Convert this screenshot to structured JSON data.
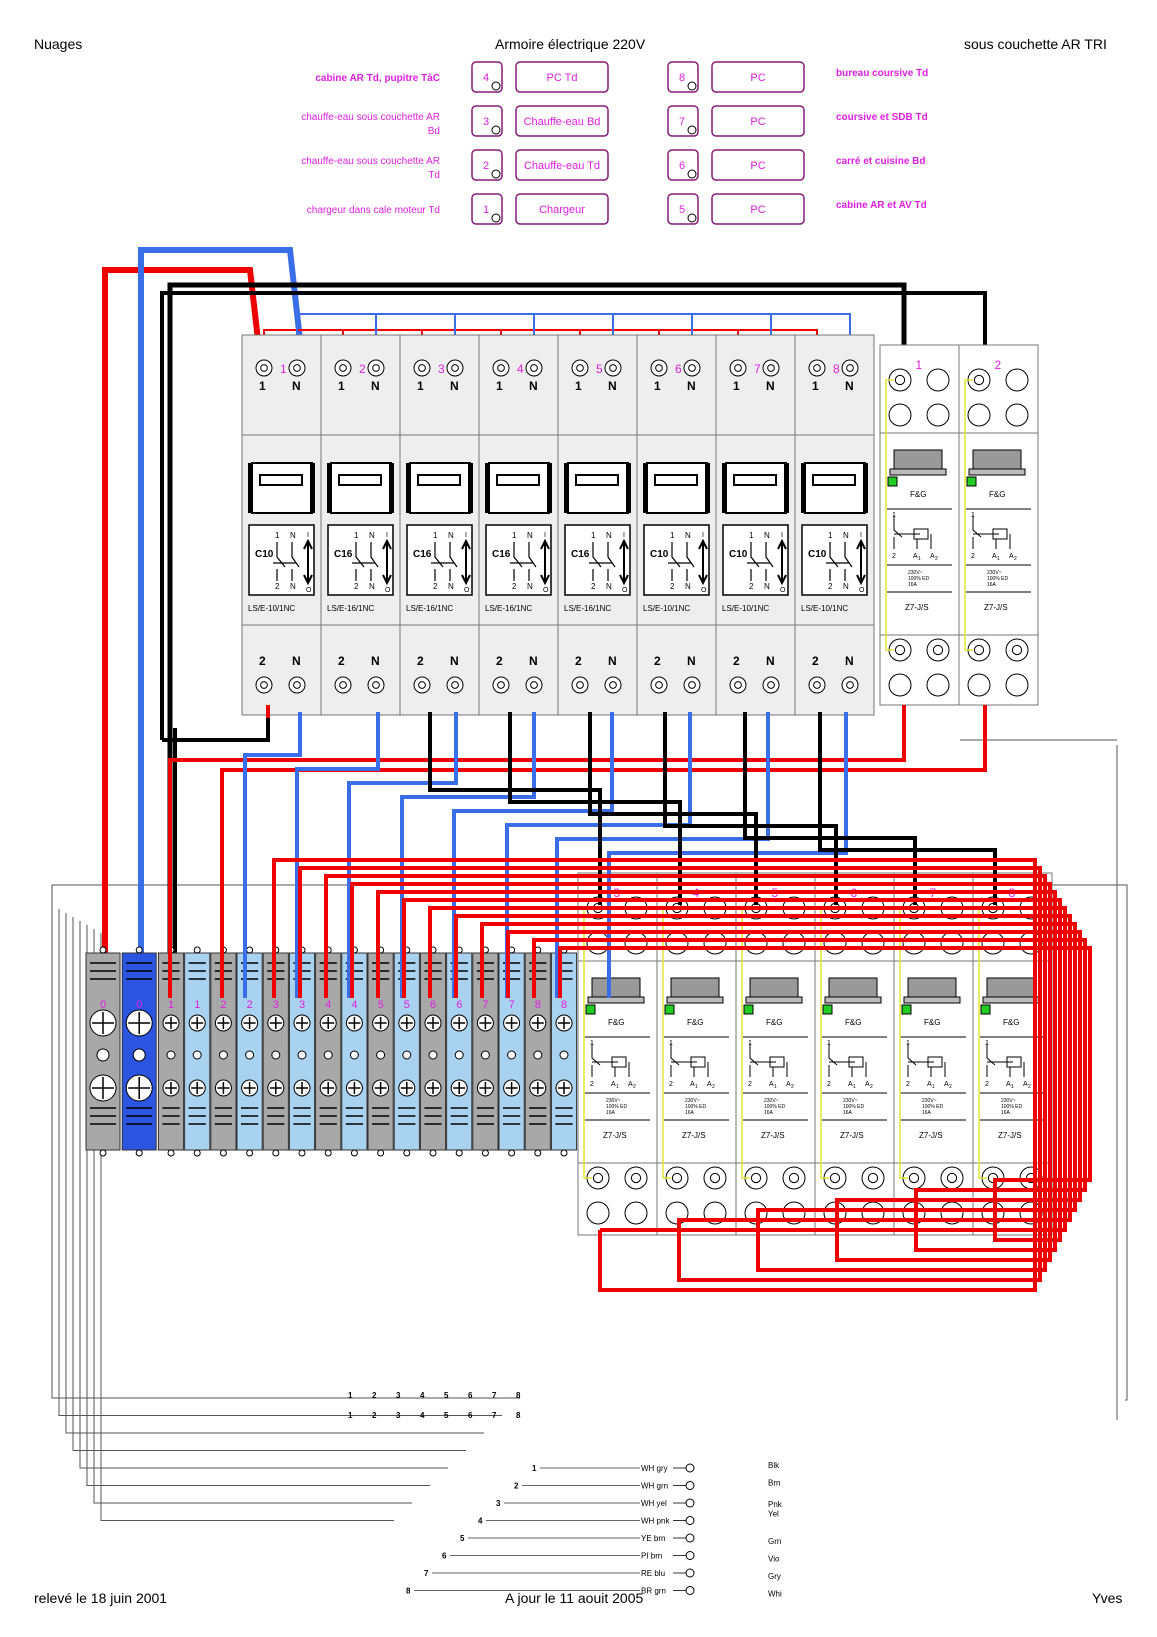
{
  "header": {
    "left": "Nuages",
    "center": "Armoire électrique 220V",
    "right": "sous couchette AR TRI"
  },
  "footer": {
    "left": "relevé le 18 juin 2001",
    "center": "A jour le 11 aouit 2005",
    "right": "Yves"
  },
  "legend_left": [
    {
      "num": "4",
      "box": "PC Td",
      "desc": "cabine AR Td, pupitre TàC",
      "bold": true
    },
    {
      "num": "3",
      "box": "Chauffe-eau Bd",
      "desc": "chauffe-eau sous couchette AR Bd",
      "bold": false
    },
    {
      "num": "2",
      "box": "Chauffe-eau Td",
      "desc": "chauffe-eau sous couchette AR Td",
      "bold": false
    },
    {
      "num": "1",
      "box": "Chargeur",
      "desc": "chargeur dans cale moteur Td",
      "bold": false
    }
  ],
  "legend_right": [
    {
      "num": "8",
      "box": "PC",
      "desc": "bureau coursive Td"
    },
    {
      "num": "7",
      "box": "PC",
      "desc": "coursive et SDB Td"
    },
    {
      "num": "6",
      "box": "PC",
      "desc": "carré et cuisine Bd"
    },
    {
      "num": "5",
      "box": "PC",
      "desc": "cabine AR et AV Td"
    }
  ],
  "breakers": [
    {
      "num": "1",
      "rating": "C10",
      "model": "LS/E-10/1NC"
    },
    {
      "num": "2",
      "rating": "C16",
      "model": "LS/E-16/1NC"
    },
    {
      "num": "3",
      "rating": "C16",
      "model": "LS/E-16/1NC"
    },
    {
      "num": "4",
      "rating": "C16",
      "model": "LS/E-16/1NC"
    },
    {
      "num": "5",
      "rating": "C16",
      "model": "LS/E-16/1NC"
    },
    {
      "num": "6",
      "rating": "C10",
      "model": "LS/E-10/1NC"
    },
    {
      "num": "7",
      "rating": "C10",
      "model": "LS/E-10/1NC"
    },
    {
      "num": "8",
      "rating": "C10",
      "model": "LS/E-10/1NC"
    }
  ],
  "breaker_labels": {
    "top_l": "1",
    "top_r": "N",
    "bot_l": "2",
    "bot_r": "N",
    "sym_1": "1",
    "sym_n": "N",
    "sym_2": "2",
    "sym_n2": "N",
    "sym_i": "I",
    "sym_o": "O"
  },
  "relays_top": [
    "1",
    "2"
  ],
  "relays_bottom": [
    "3",
    "4",
    "5",
    "6",
    "7",
    "8"
  ],
  "relay": {
    "brand": "F&G",
    "model": "Z7-J/S",
    "spec1": "230V~",
    "spec2": "100% ED",
    "spec3": "16A",
    "pin1": "1",
    "pin2": "2",
    "pina1": "A",
    "pina2": "A",
    "sub1": "1",
    "sub2": "2"
  },
  "terminals": [
    "0",
    "0",
    "1",
    "1",
    "2",
    "2",
    "3",
    "3",
    "4",
    "4",
    "5",
    "5",
    "6",
    "6",
    "7",
    "7",
    "8",
    "8"
  ],
  "numrow1": [
    "1",
    "2",
    "3",
    "4",
    "5",
    "6",
    "7",
    "8"
  ],
  "numrow2": [
    "1",
    "2",
    "3",
    "4",
    "5",
    "6",
    "7",
    "8"
  ],
  "cable": [
    {
      "num": "1",
      "pair": "WH gry",
      "color": "Blk"
    },
    {
      "num": "2",
      "pair": "WH grn",
      "color": "Brn"
    },
    {
      "num": "3",
      "pair": "WH yel",
      "color": "Pnk"
    },
    {
      "num": "4",
      "pair": "WH pnk",
      "color": "Yel"
    },
    {
      "num": "5",
      "pair": "YE brn",
      "color": "Grn"
    },
    {
      "num": "6",
      "pair": "PI brn",
      "color": "Vio"
    },
    {
      "num": "7",
      "pair": "RE blu",
      "color": "Gry"
    },
    {
      "num": "8",
      "pair": "BR grn",
      "color": "Whi"
    }
  ],
  "colors": {
    "phase": "#ee0000",
    "neutral": "#3a6ee8",
    "earth": "#000000",
    "label": "#e020e0",
    "box": "#8a1a7a",
    "module": "#eeeeee",
    "terminal_grey": "#a8a8a8",
    "terminal_blue": "#a9d1f0",
    "terminal_dark": "#2b55e0",
    "led": "#22cc22",
    "yellow": "#e6e630"
  }
}
